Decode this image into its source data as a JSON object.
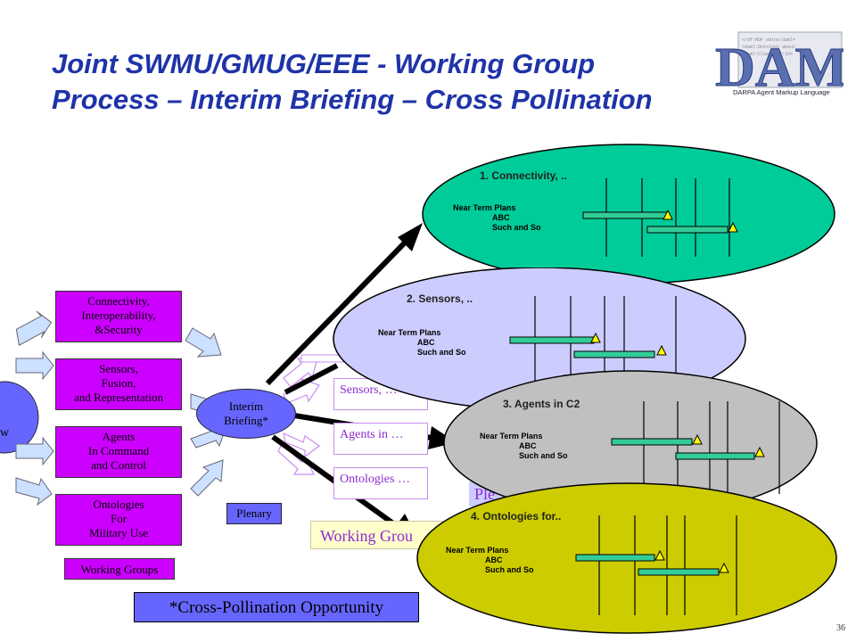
{
  "title": {
    "line1": "Joint SWMU/GMUG/EEE - Working Group",
    "line2": "Process – Interim Briefing – Cross Pollination"
  },
  "logo": {
    "text": "DAML",
    "caption": "DARPA Agent Markup Language"
  },
  "working_groups": [
    {
      "lines": [
        "Connectivity,",
        "Interoperability,",
        "&Security"
      ]
    },
    {
      "lines": [
        "Sensors,",
        "Fusion,",
        "and Representation"
      ]
    },
    {
      "lines": [
        "Agents",
        "In Command",
        "and Control"
      ]
    },
    {
      "lines": [
        "Ontologies",
        "For",
        "Military Use"
      ]
    }
  ],
  "working_groups_label": "Working Groups",
  "interim_briefing": {
    "line1": "Interim",
    "line2": "Briefing*"
  },
  "plenary_label": "Plenary",
  "flow_boxes": [
    "Sensors, …",
    "Agents in …",
    "Ontologies …"
  ],
  "flow_band_label": "Working Grou",
  "plenary_partial": "Ple",
  "left_partial": "w",
  "cross_pollination": "*Cross-Pollination Opportunity",
  "page_number": "36",
  "colors": {
    "title": "#1f33a8",
    "wg_box": "#cc00ff",
    "ellipse1": "#00cc99",
    "ellipse2": "#ccccff",
    "ellipse3": "#c0c0c0",
    "ellipse4": "#cccc00",
    "bar": "#33cc99",
    "marker": "#ffff00",
    "cross_pollination": "#6666ff"
  },
  "ellipses": [
    {
      "label": "1. Connectivity, ..",
      "plan": {
        "title": "Near Term Plans",
        "item1": "ABC",
        "item2": "Such and So"
      }
    },
    {
      "label": "2. Sensors, ..",
      "plan": {
        "title": "Near Term Plans",
        "item1": "ABC",
        "item2": "Such and So"
      }
    },
    {
      "label": "3. Agents in C2",
      "plan": {
        "title": "Near Term Plans",
        "item1": "ABC",
        "item2": "Such and So"
      }
    },
    {
      "label": "4. Ontologies for..",
      "plan": {
        "title": "Near Term Plans",
        "item1": "ABC",
        "item2": "Such and So"
      }
    }
  ]
}
